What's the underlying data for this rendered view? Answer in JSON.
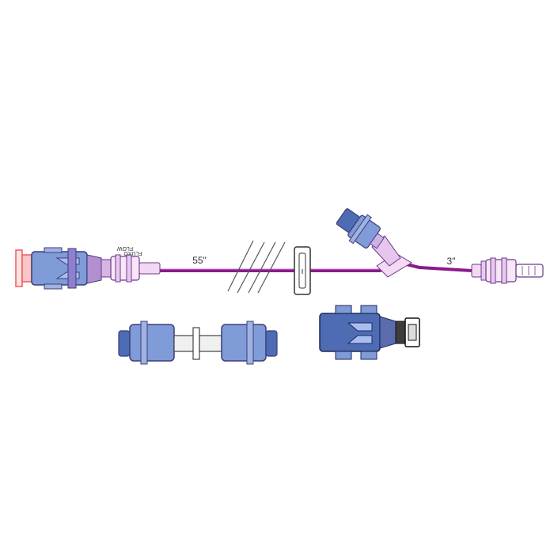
{
  "labels": {
    "main_length": "55\"",
    "extension_length": "3\"",
    "flow_primary": "FLOW",
    "flow_secondary": "FLUXO"
  },
  "colors": {
    "tubing": "#8a1a8c",
    "tubing_light": "#b24fb5",
    "connector_blue": "#7f9bd8",
    "connector_blue_dark": "#4d6cb3",
    "connector_outline": "#3d3d7a",
    "spike_red": "#f05a5a",
    "clamp_outline": "#333333",
    "break_lines": "#555555"
  },
  "icons": {
    "spike_end": "spike-connector-icon",
    "check_valve": "check-valve-icon",
    "slide_clamp": "slide-clamp-icon",
    "y_port": "needleless-y-port-icon",
    "male_luer": "male-luer-lock-icon",
    "dual_connector": "dual-needleless-connector-icon",
    "spike_adapter": "spike-adapter-icon"
  }
}
